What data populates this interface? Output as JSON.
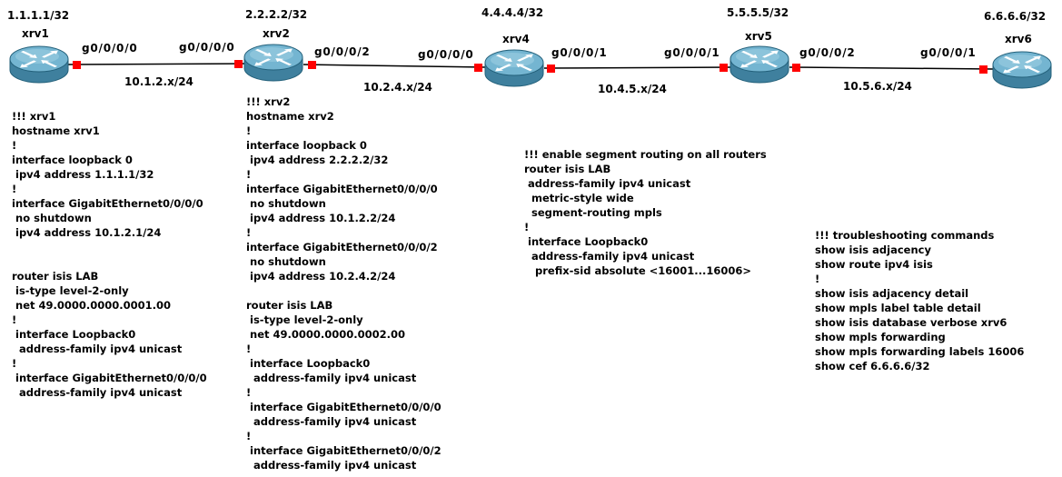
{
  "colors": {
    "background": "#ffffff",
    "text": "#000000",
    "link": "#000000",
    "port": "#ff0000",
    "router_top": "#74b5d1",
    "router_side": "#3f809e",
    "router_outline": "#23607a",
    "router_highlight": "#a3d4e6",
    "router_arrows": "#ffffff"
  },
  "routers": [
    {
      "name": "xrv1",
      "loopback": "1.1.1.1/32",
      "icon": "router-icon"
    },
    {
      "name": "xrv2",
      "loopback": "2.2.2.2/32",
      "icon": "router-icon"
    },
    {
      "name": "xrv4",
      "loopback": "4.4.4.4/32",
      "icon": "router-icon"
    },
    {
      "name": "xrv5",
      "loopback": "5.5.5.5/32",
      "icon": "router-icon"
    },
    {
      "name": "xrv6",
      "loopback": "6.6.6.6/32",
      "icon": "router-icon"
    }
  ],
  "links": [
    {
      "from_port": "g0/0/0/0",
      "to_port": "g0/0/0/0",
      "subnet": "10.1.2.x/24"
    },
    {
      "from_port": "g0/0/0/2",
      "to_port": "g0/0/0/0",
      "subnet": "10.2.4.x/24"
    },
    {
      "from_port": "g0/0/0/1",
      "to_port": "g0/0/0/1",
      "subnet": "10.4.5.x/24"
    },
    {
      "from_port": "g0/0/0/2",
      "to_port": "g0/0/0/1",
      "subnet": "10.5.6.x/24"
    }
  ],
  "notes": {
    "xrv1_interfaces": [
      "!!! xrv1",
      "hostname xrv1",
      "!",
      "interface loopback 0",
      " ipv4 address 1.1.1.1/32",
      "!",
      "interface GigabitEthernet0/0/0/0",
      " no shutdown",
      " ipv4 address 10.1.2.1/24"
    ],
    "xrv1_isis": [
      "router isis LAB",
      " is-type level-2-only",
      " net 49.0000.0000.0001.00",
      "!",
      " interface Loopback0",
      "  address-family ipv4 unicast",
      "!",
      " interface GigabitEthernet0/0/0/0",
      "  address-family ipv4 unicast"
    ],
    "xrv2_interfaces": [
      "!!! xrv2",
      "hostname xrv2",
      "!",
      "interface loopback 0",
      " ipv4 address 2.2.2.2/32",
      "!",
      "interface GigabitEthernet0/0/0/0",
      " no shutdown",
      " ipv4 address 10.1.2.2/24",
      "!",
      "interface GigabitEthernet0/0/0/2",
      " no shutdown",
      " ipv4 address 10.2.4.2/24"
    ],
    "xrv2_isis": [
      "router isis LAB",
      " is-type level-2-only",
      " net 49.0000.0000.0002.00",
      "!",
      " interface Loopback0",
      "  address-family ipv4 unicast",
      "!",
      " interface GigabitEthernet0/0/0/0",
      "  address-family ipv4 unicast",
      "!",
      " interface GigabitEthernet0/0/0/2",
      "  address-family ipv4 unicast"
    ],
    "segment_routing": [
      "!!! enable segment routing on all routers",
      "router isis LAB",
      " address-family ipv4 unicast",
      "  metric-style wide",
      "  segment-routing mpls",
      "!",
      " interface Loopback0",
      "  address-family ipv4 unicast",
      "   prefix-sid absolute <16001...16006>"
    ],
    "troubleshooting": [
      "!!! troubleshooting commands",
      "show isis adjacency",
      "show route ipv4 isis",
      "!",
      "show isis adjacency detail",
      "show mpls label table detail",
      "show isis database verbose xrv6",
      "show mpls forwarding",
      "show mpls forwarding labels 16006",
      "show cef 6.6.6.6/32"
    ]
  }
}
